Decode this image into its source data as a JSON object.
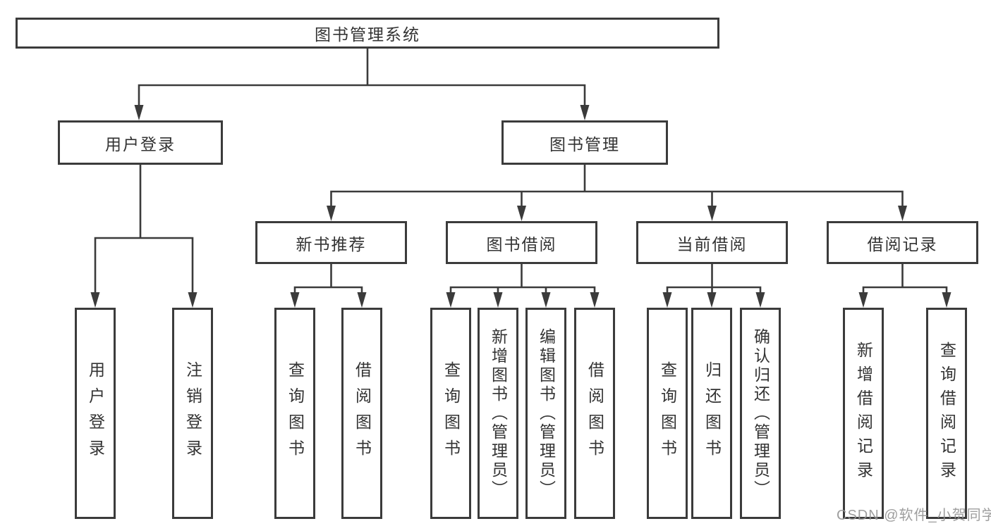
{
  "diagram": {
    "root": {
      "label": "图书管理系统"
    },
    "level2": {
      "user_login": {
        "label": "用户登录",
        "children": [
          "用户登录",
          "注销登录"
        ]
      },
      "book_mgmt": {
        "label": "图书管理"
      }
    },
    "level3": {
      "new_book_rec": {
        "label": "新书推荐",
        "children": [
          "查询图书",
          "借阅图书"
        ]
      },
      "book_borrow": {
        "label": "图书借阅",
        "children": [
          "查询图书",
          "新增图书（管理员）",
          "编辑图书（管理员）",
          "借阅图书"
        ]
      },
      "current_borrow": {
        "label": "当前借阅",
        "children": [
          "查询图书",
          "归还图书",
          "确认归还（管理员）"
        ]
      },
      "borrow_record": {
        "label": "借阅记录",
        "children": [
          "新增借阅记录",
          "查询借阅记录"
        ]
      }
    },
    "line_color": "#3b3b3b",
    "text_color": "#333333"
  },
  "watermark": {
    "text": "CSDN @软件_小贺同学"
  }
}
